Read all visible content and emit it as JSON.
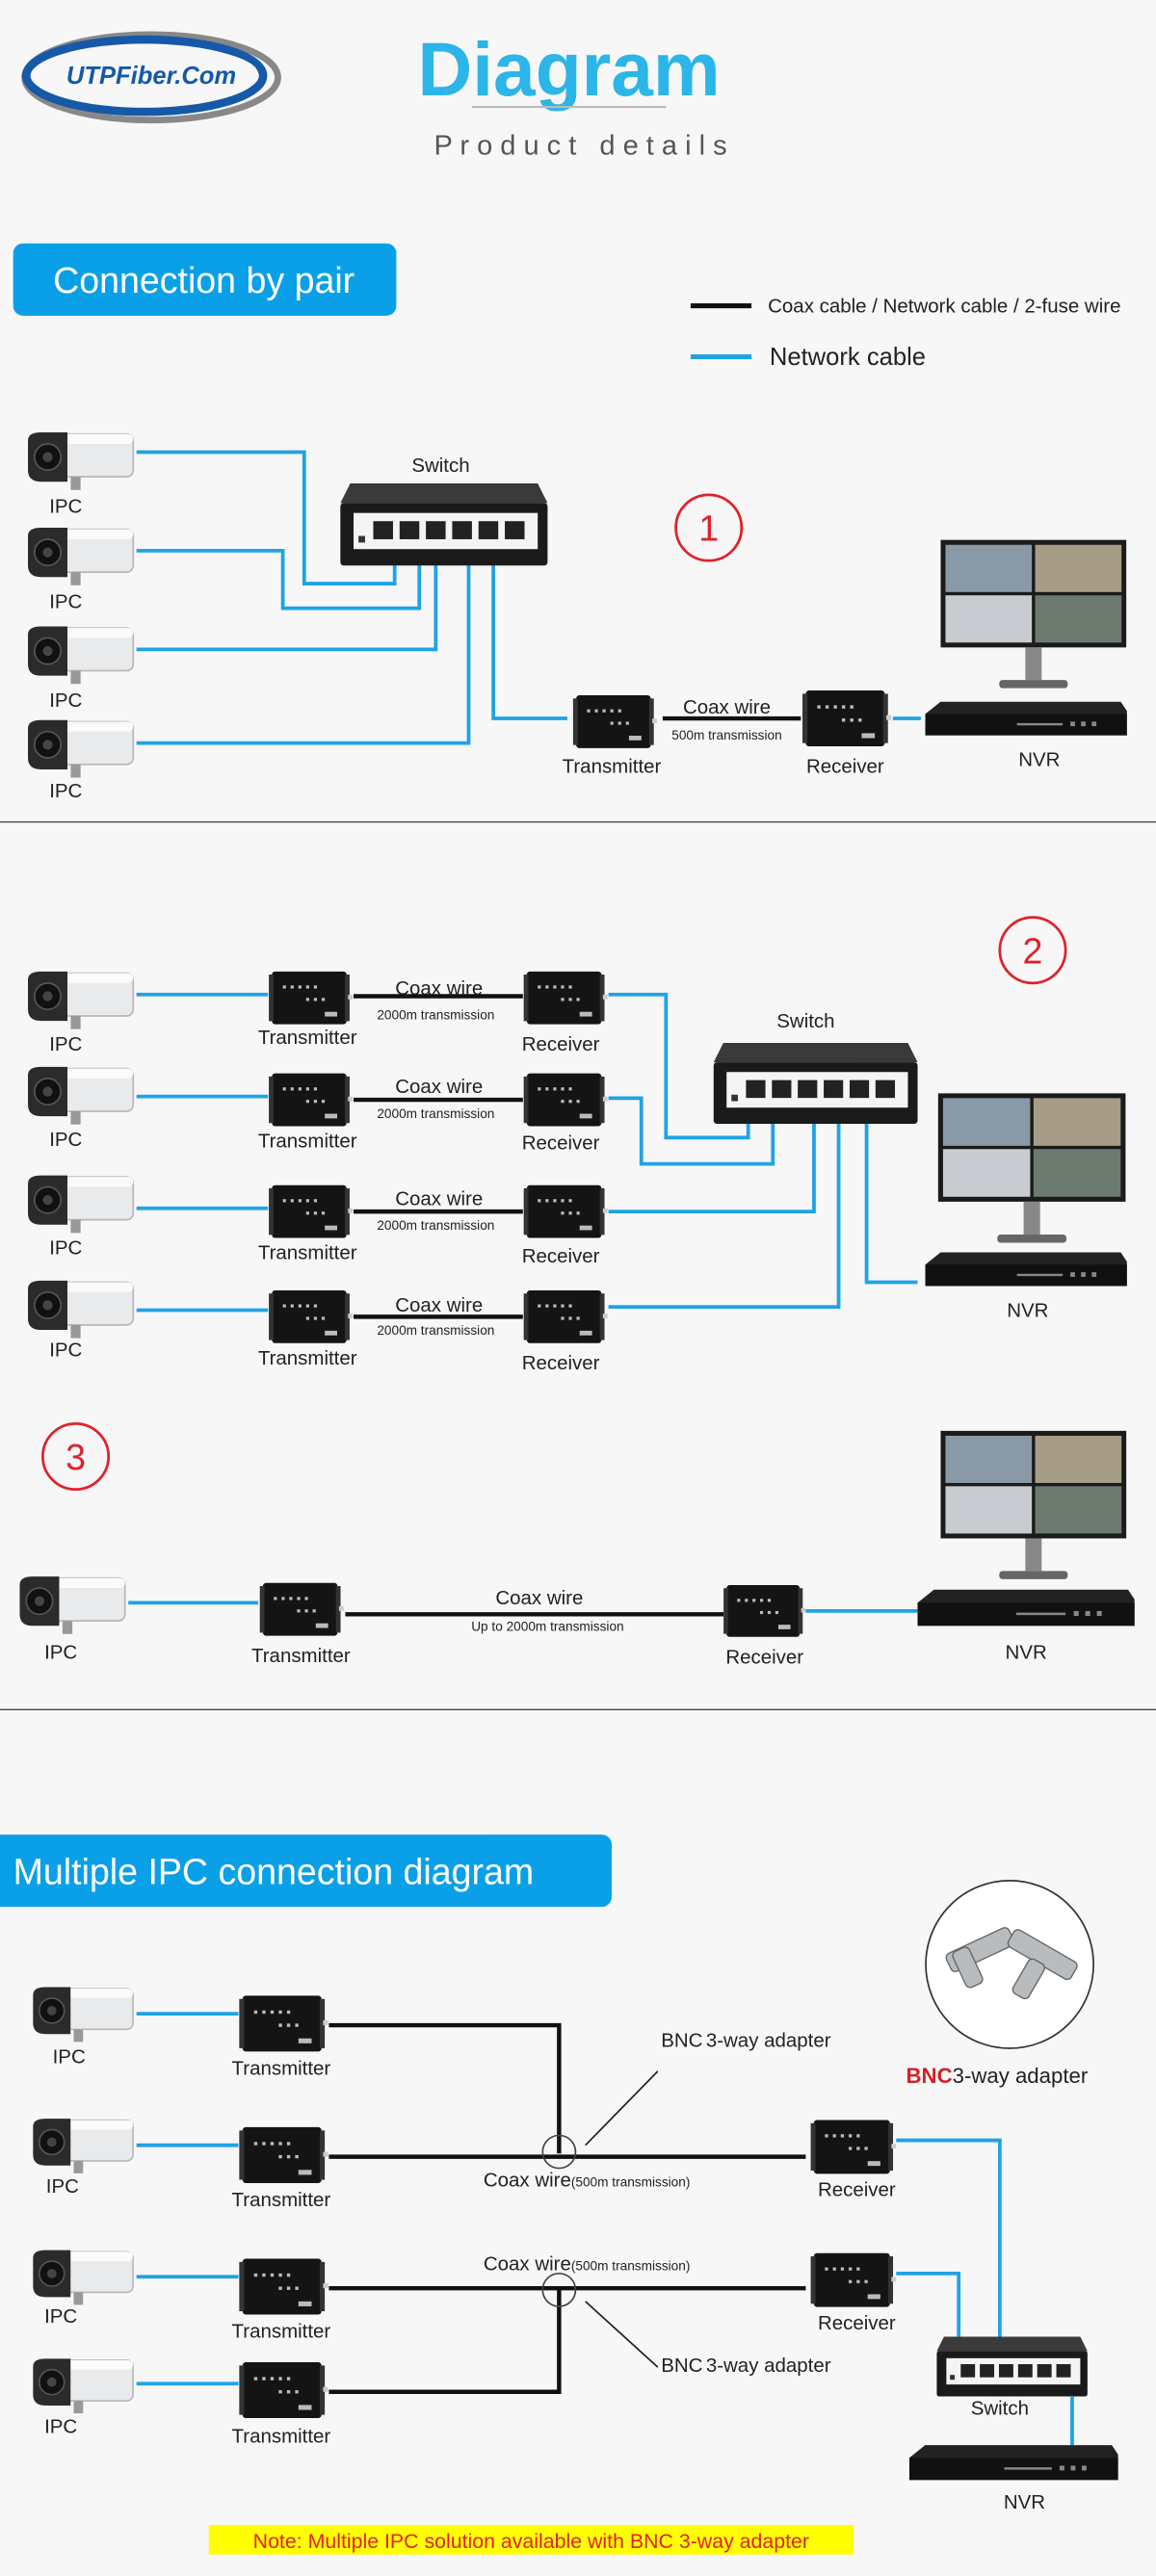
{
  "header": {
    "logo_text": "UTPFiber.Com",
    "title": "Diagram",
    "subtitle": "P r o d u c t   d e t a i l s"
  },
  "colors": {
    "accent": "#0aa0e8",
    "title": "#2bb5e8",
    "network_cable": "#1ea3e6",
    "coax_cable": "#111111",
    "note_bg": "#ffff00",
    "note_text": "#e0222a"
  },
  "section1": {
    "button_label": "Connection by pair",
    "legend": [
      {
        "label": "Coax cable / Network cable / 2-fuse wire",
        "color": "#111111"
      },
      {
        "label": "Network cable",
        "color": "#1ea3e6"
      }
    ]
  },
  "labels": {
    "ipc": "IPC",
    "switch": "Switch",
    "transmitter": "Transmitter",
    "receiver": "Receiver",
    "nvr": "NVR",
    "coax_wire": "Coax wire"
  },
  "diagram1": {
    "number": "1",
    "transmission": "500m transmission"
  },
  "diagram2": {
    "number": "2",
    "transmission": "2000m transmission"
  },
  "diagram3": {
    "number": "3",
    "transmission": "Up to 2000m transmission"
  },
  "section2": {
    "button_label": "Multiple IPC connection diagram",
    "bnc_prefix": "BNC",
    "adapter_suffix": "3-way adapter",
    "coax_transmission": "(500m transmission)",
    "note": "Note: Multiple IPC solution available with BNC 3-way adapter"
  }
}
